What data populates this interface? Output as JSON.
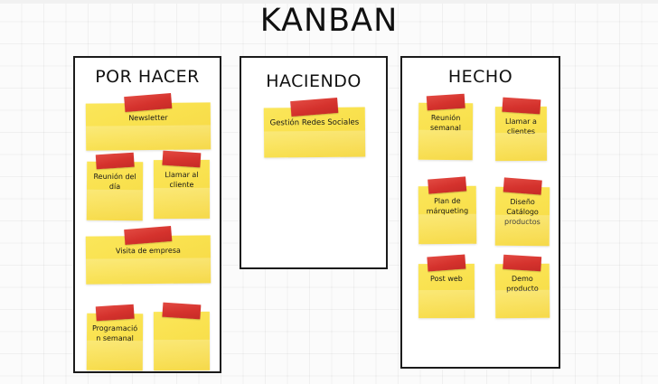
{
  "board": {
    "title": "KANBAN",
    "accent_note_color": "#f9e14e",
    "accent_tape_color": "#d5322d",
    "border_color": "#1b1b1b",
    "background_color": "#fbfbfb"
  },
  "columns": [
    {
      "title": "POR HACER",
      "cards": [
        {
          "text": "Newsletter"
        },
        {
          "text": "Reunión del día"
        },
        {
          "text": "Llamar al cliente"
        },
        {
          "text": "Visita de empresa"
        },
        {
          "text": "Programación semanal"
        },
        {
          "text": ""
        }
      ]
    },
    {
      "title": "HACIENDO",
      "cards": [
        {
          "text": "Gestión Redes Sociales"
        }
      ]
    },
    {
      "title": "HECHO",
      "cards": [
        {
          "text": "Reunión semanal"
        },
        {
          "text": "Llamar a clientes"
        },
        {
          "text": "Plan de márqueting"
        },
        {
          "text": "Diseño Catálogo productos"
        },
        {
          "text": "Post web"
        },
        {
          "text": "Demo producto"
        }
      ]
    }
  ]
}
